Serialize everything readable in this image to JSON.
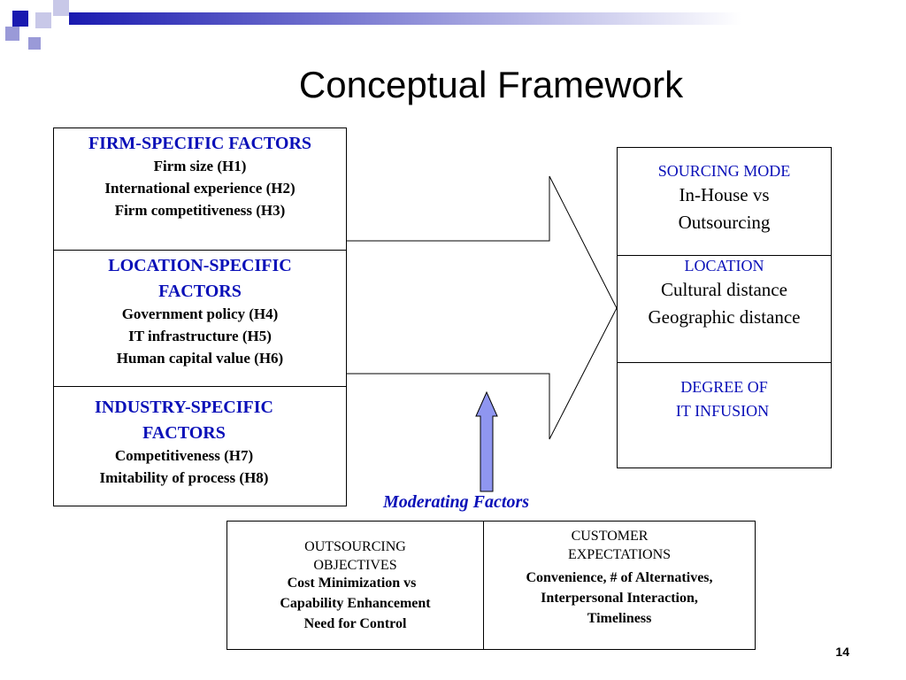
{
  "slide": {
    "title": "Conceptual Framework",
    "page_number": "14",
    "accent_color": "#0a10b8",
    "arrow_fill": "#8f96f0"
  },
  "left_panel": {
    "firm": {
      "heading": "FIRM-SPECIFIC FACTORS",
      "items": [
        "Firm size (H1)",
        "International experience (H2)",
        "Firm competitiveness (H3)"
      ]
    },
    "location": {
      "heading_line1": "LOCATION-SPECIFIC",
      "heading_line2": "FACTORS",
      "items": [
        "Government policy (H4)",
        "IT infrastructure (H5)",
        "Human capital value (H6)"
      ]
    },
    "industry": {
      "heading_line1": "INDUSTRY-SPECIFIC",
      "heading_line2": "FACTORS",
      "items": [
        "Competitiveness (H7)",
        "Imitability of process (H8)"
      ]
    }
  },
  "right_panel": {
    "sourcing": {
      "heading": "SOURCING MODE",
      "line1": "In-House vs",
      "line2": "Outsourcing"
    },
    "location": {
      "heading": "LOCATION",
      "line1": "Cultural distance",
      "line2": "Geographic distance"
    },
    "infusion": {
      "line1": "DEGREE OF",
      "line2": "IT INFUSION"
    }
  },
  "moderating": {
    "label": "Moderating Factors",
    "objectives": {
      "line1": "OUTSOURCING",
      "line2": "OBJECTIVES",
      "items": [
        "Cost Minimization vs",
        "Capability Enhancement",
        "Need for Control"
      ]
    },
    "customer": {
      "line1": "CUSTOMER",
      "line2": "EXPECTATIONS",
      "items": [
        "Convenience, # of Alternatives,",
        "Interpersonal Interaction,",
        "Timeliness"
      ]
    }
  }
}
